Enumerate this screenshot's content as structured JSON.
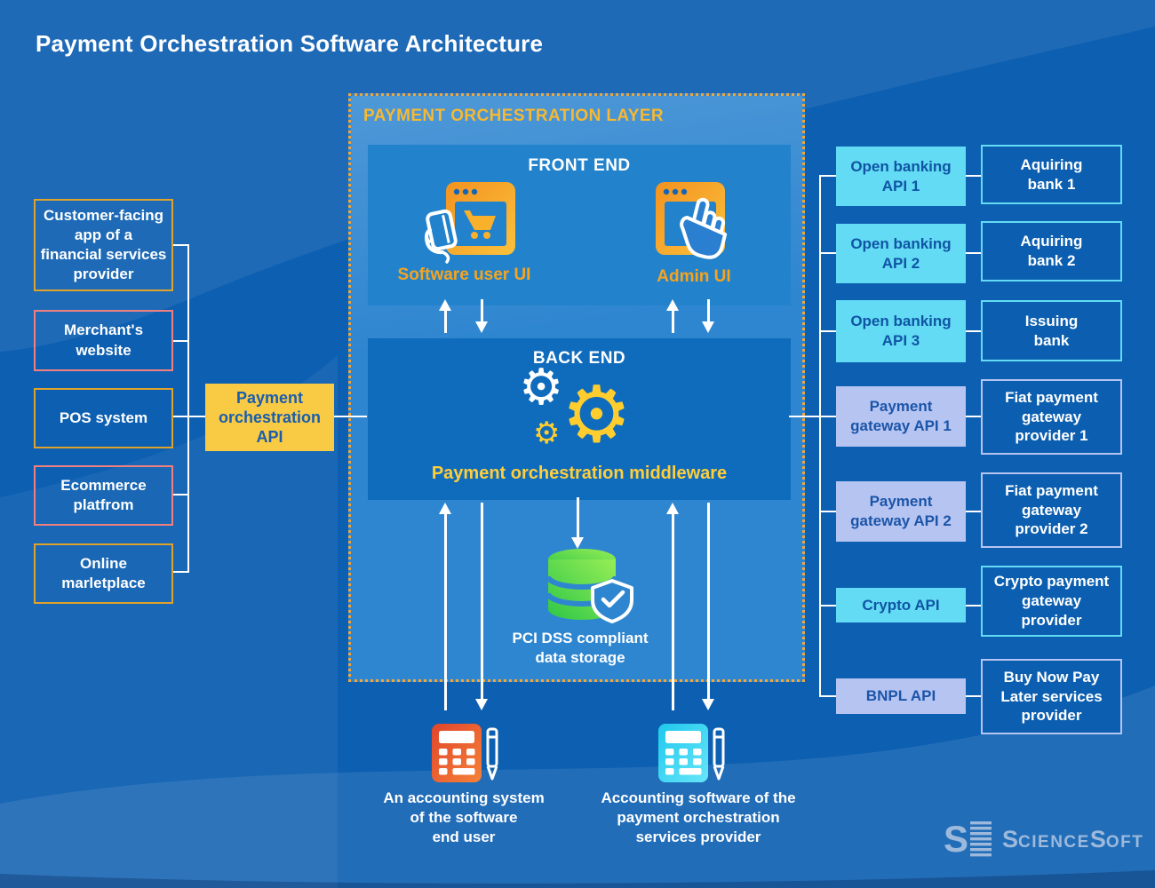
{
  "title": "Payment Orchestration Software Architecture",
  "palette": {
    "background": "#0D5FB1",
    "layer_background": "#2F86D0",
    "layer_dotted_border": "#F0A63C",
    "layer_title_gold": "#F7B832",
    "api_box_yellow": "#F9CB45",
    "ui_label_orange": "#F6A41F",
    "middleware_yellow": "#FFCE3A",
    "cyan_box": "#63DBF4",
    "lavender_box": "#B6C4F2",
    "gold_border": "#DFA32B",
    "salmon_border": "#F08080",
    "database_green": "#4ED94E",
    "calculator_red": "#E8542E",
    "calculator_cyan": "#35D7F2",
    "logo_blue": "#9DB9DC"
  },
  "left": {
    "sources": [
      {
        "lines": [
          "Customer-facing",
          "app of a",
          "financial services",
          "provider"
        ]
      },
      {
        "lines": [
          "Merchant's",
          "website"
        ]
      },
      {
        "lines": [
          "POS system"
        ]
      },
      {
        "lines": [
          "Ecommerce",
          "platfrom"
        ]
      },
      {
        "lines": [
          "Online",
          "marletplace"
        ]
      }
    ],
    "api_box": {
      "lines": [
        "Payment",
        "orchestration",
        "API"
      ]
    }
  },
  "layer": {
    "title": "PAYMENT ORCHESTRATION LAYER",
    "front": {
      "title": "FRONT END",
      "user_ui_label": "Software user UI",
      "admin_ui_label": "Admin UI"
    },
    "back": {
      "title": "BACK END",
      "middleware_label": "Payment orchestration middleware"
    },
    "storage": {
      "lines": [
        "PCI DSS compliant",
        "data storage"
      ]
    }
  },
  "right": {
    "pairs": [
      {
        "api_lines": [
          "Open banking",
          "API 1"
        ],
        "provider_lines": [
          "Aquiring",
          "bank 1"
        ]
      },
      {
        "api_lines": [
          "Open banking",
          "API 2"
        ],
        "provider_lines": [
          "Aquiring",
          "bank 2"
        ]
      },
      {
        "api_lines": [
          "Open banking",
          "API 3"
        ],
        "provider_lines": [
          "Issuing",
          "bank"
        ]
      },
      {
        "api_lines": [
          "Payment",
          "gateway API 1"
        ],
        "provider_lines": [
          "Fiat payment",
          "gateway",
          "provider 1"
        ]
      },
      {
        "api_lines": [
          "Payment",
          "gateway API 2"
        ],
        "provider_lines": [
          "Fiat payment",
          "gateway",
          "provider 2"
        ]
      },
      {
        "api_lines": [
          "Crypto API"
        ],
        "provider_lines": [
          "Crypto payment",
          "gateway",
          "provider"
        ]
      },
      {
        "api_lines": [
          "BNPL API"
        ],
        "provider_lines": [
          "Buy Now Pay",
          "Later services",
          "provider"
        ]
      }
    ]
  },
  "bottom": {
    "items": [
      {
        "lines": [
          "An accounting system",
          "of the software",
          "end user"
        ]
      },
      {
        "lines": [
          "Accounting software of the",
          "payment orchestration",
          "services provider"
        ]
      }
    ]
  },
  "icons": {
    "gear_glyph": "⚙"
  },
  "logo": {
    "mark_letter": "S",
    "part1": "S",
    "part2": "CIENCE",
    "part3": "S",
    "part4": "OFT"
  }
}
